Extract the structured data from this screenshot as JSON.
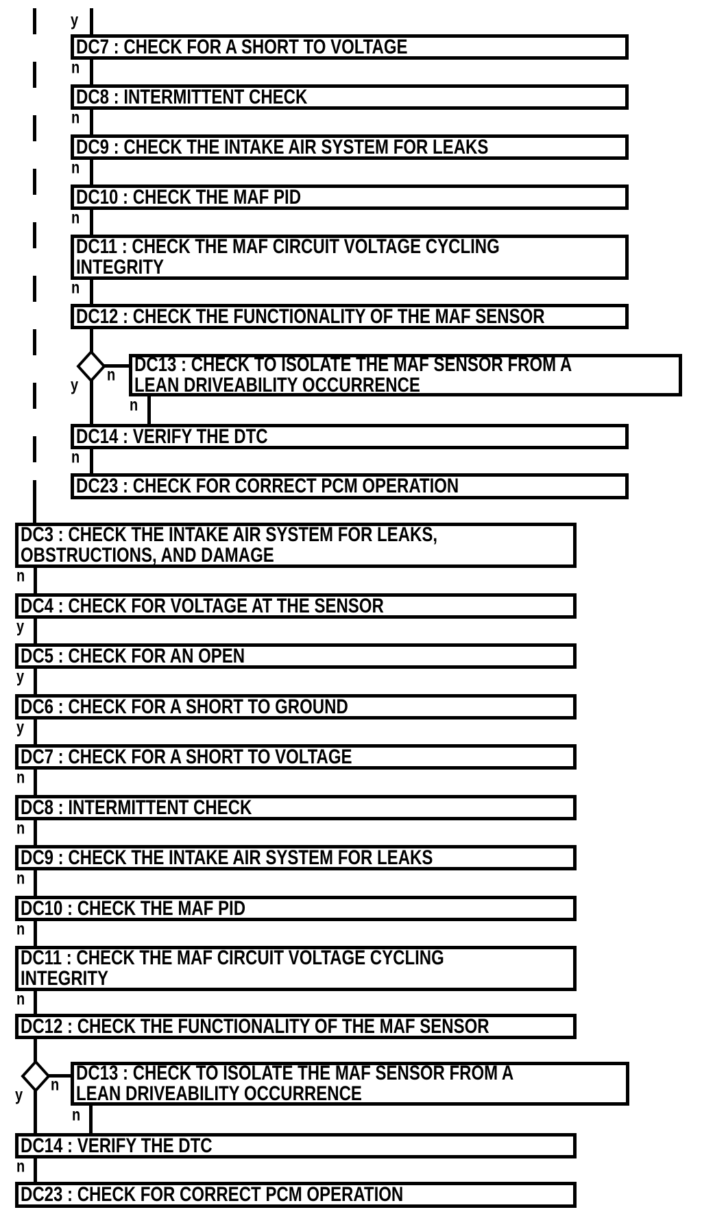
{
  "diagram_type": "diagnostic-flowchart",
  "colors": {
    "line": "#000000",
    "background": "#ffffff"
  },
  "top": {
    "entry_label": "y",
    "boxes": {
      "dc7": {
        "label": "DC7 : CHECK FOR A SHORT TO VOLTAGE",
        "exit_label": "n"
      },
      "dc8": {
        "label": "DC8 : INTERMITTENT CHECK",
        "exit_label": "n"
      },
      "dc9": {
        "label": "DC9 : CHECK THE INTAKE AIR SYSTEM FOR LEAKS",
        "exit_label": "n"
      },
      "dc10": {
        "label": "DC10 : CHECK THE MAF PID",
        "exit_label": "n"
      },
      "dc11": {
        "label": "DC11 : CHECK THE MAF CIRCUIT VOLTAGE CYCLING\nINTEGRITY",
        "exit_label": "n"
      },
      "dc12": {
        "label": "DC12 : CHECK THE FUNCTIONALITY OF THE MAF SENSOR"
      },
      "dc13": {
        "label": "DC13 : CHECK TO ISOLATE THE MAF SENSOR FROM A\nLEAN DRIVEABILITY OCCURRENCE",
        "exit_label": "n"
      },
      "dc14": {
        "label": "DC14 : VERIFY THE DTC",
        "exit_label": "n"
      },
      "dc23": {
        "label": "DC23 : CHECK FOR CORRECT PCM OPERATION"
      }
    },
    "decision": {
      "no_label": "n",
      "yes_label": "y"
    }
  },
  "bottom": {
    "boxes": {
      "dc3": {
        "label": "DC3 : CHECK THE INTAKE AIR SYSTEM FOR LEAKS,\nOBSTRUCTIONS, AND DAMAGE",
        "exit_label": "n"
      },
      "dc4": {
        "label": "DC4 : CHECK FOR VOLTAGE AT THE SENSOR",
        "exit_label": "y"
      },
      "dc5": {
        "label": "DC5 : CHECK FOR AN OPEN",
        "exit_label": "y"
      },
      "dc6": {
        "label": "DC6 : CHECK FOR A SHORT TO GROUND",
        "exit_label": "y"
      },
      "dc7": {
        "label": "DC7 : CHECK FOR A SHORT TO VOLTAGE",
        "exit_label": "n"
      },
      "dc8": {
        "label": "DC8 : INTERMITTENT CHECK",
        "exit_label": "n"
      },
      "dc9": {
        "label": "DC9 : CHECK THE INTAKE AIR SYSTEM FOR LEAKS",
        "exit_label": "n"
      },
      "dc10": {
        "label": "DC10 : CHECK THE MAF PID",
        "exit_label": "n"
      },
      "dc11": {
        "label": "DC11 : CHECK THE MAF CIRCUIT VOLTAGE CYCLING\nINTEGRITY",
        "exit_label": "n"
      },
      "dc12": {
        "label": "DC12 : CHECK THE FUNCTIONALITY OF THE MAF SENSOR"
      },
      "dc13": {
        "label": "DC13 : CHECK TO ISOLATE THE MAF SENSOR FROM A\nLEAN DRIVEABILITY OCCURRENCE",
        "exit_label": "n"
      },
      "dc14": {
        "label": "DC14 : VERIFY THE DTC",
        "exit_label": "n"
      },
      "dc23": {
        "label": "DC23 : CHECK FOR CORRECT PCM OPERATION"
      }
    },
    "decision": {
      "no_label": "n",
      "yes_label": "y"
    }
  }
}
